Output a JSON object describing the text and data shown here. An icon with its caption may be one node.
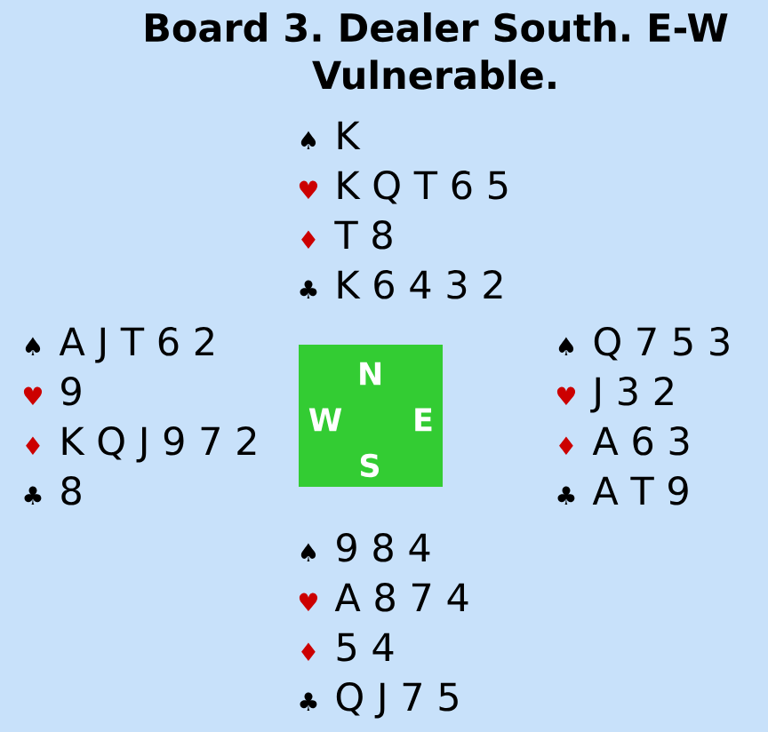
{
  "diagram": {
    "title": "Board 3. Dealer South. E-W Vulnerable.",
    "nodes": [
      {
        "text": [
          "N",
          "W",
          "E",
          "S"
        ]
      }
    ],
    "labels": [
      "♠",
      "K",
      "♥",
      "K Q T 6 5",
      "♦",
      "T 8",
      "♣",
      "K 6 4 3 2",
      "♠",
      "A J T 6 2",
      "♥",
      "9",
      "♦",
      "K Q J 9 7 2",
      "♣",
      "8",
      "♠",
      "Q 7 5 3",
      "♥",
      "J 3 2",
      "♦",
      "A 6 3",
      "♣",
      "A T 9",
      "♠",
      "9 8 4",
      "♥",
      "A 8 7 4",
      "♦",
      "5 4",
      "♣",
      "Q J 7 5"
    ]
  }
}
